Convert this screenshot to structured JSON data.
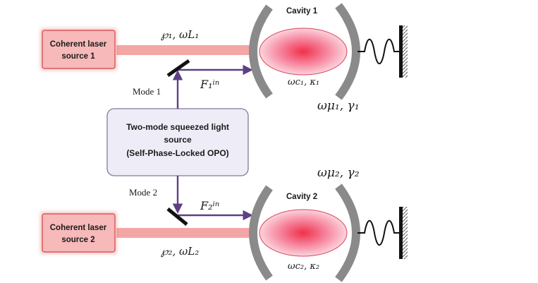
{
  "laser1": {
    "line1": "Coherent laser",
    "line2": "source 1"
  },
  "laser2": {
    "line1": "Coherent laser",
    "line2": "source 2"
  },
  "squeezer": {
    "line1": "Two-mode squeezed light",
    "line2": "source",
    "line3": "(Self-Phase-Locked OPO)"
  },
  "cavity1": {
    "title": "Cavity 1",
    "params": "ωc₁, κ₁",
    "mech": "ωμ₁, γ₁"
  },
  "cavity2": {
    "title": "Cavity 2",
    "params": "ωc₂, κ₂",
    "mech": "ωμ₂, γ₂"
  },
  "beam1_label": "℘₁, ωL₁",
  "beam2_label": "℘₂, ωL₂",
  "mode1_label": "Mode 1",
  "mode2_label": "Mode 2",
  "field1_label": "F₁ⁱⁿ",
  "field2_label": "F₂ⁱⁿ",
  "colors": {
    "laser_fill": "#f7b9b9",
    "laser_border": "#d24747",
    "beam": "#f3a6a6",
    "quantum_path": "#5e3f86",
    "mirror": "#8a8a8a",
    "squeezer_fill": "#eeecf6",
    "squeezer_border": "#807a96"
  }
}
